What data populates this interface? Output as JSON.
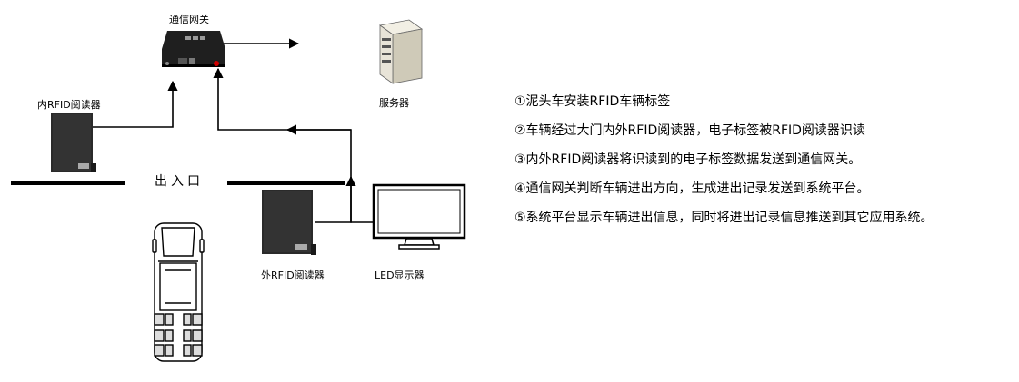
{
  "diagram": {
    "labels": {
      "gateway": "通信网关",
      "server": "服务器",
      "inner_reader": "内RFID阅读器",
      "outer_reader": "外RFID阅读器",
      "entrance": "出入口",
      "display": "LED显示器"
    },
    "steps": [
      "①泥头车安装RFID车辆标签",
      "②车辆经过大门内外RFID阅读器，电子标签被RFID阅读器识读",
      "③内外RFID阅读器将识读到的电子标签数据发送到通信网关。",
      "④通信网关判断车辆进出方向，生成进出记录发送到系统平台。",
      "⑤系统平台显示车辆进出信息，同时将进出记录信息推送到其它应用系统。"
    ]
  },
  "colors": {
    "line": "#000000",
    "device_dark": "#1f1f1f",
    "device_mid": "#3a3a3a",
    "led_red": "#d00000",
    "server_light": "#e8e4d8"
  },
  "icons": {
    "gateway": "network-gateway-icon",
    "server": "server-icon",
    "reader": "rfid-reader-icon",
    "display": "led-monitor-icon",
    "truck": "dump-truck-topview-icon"
  }
}
